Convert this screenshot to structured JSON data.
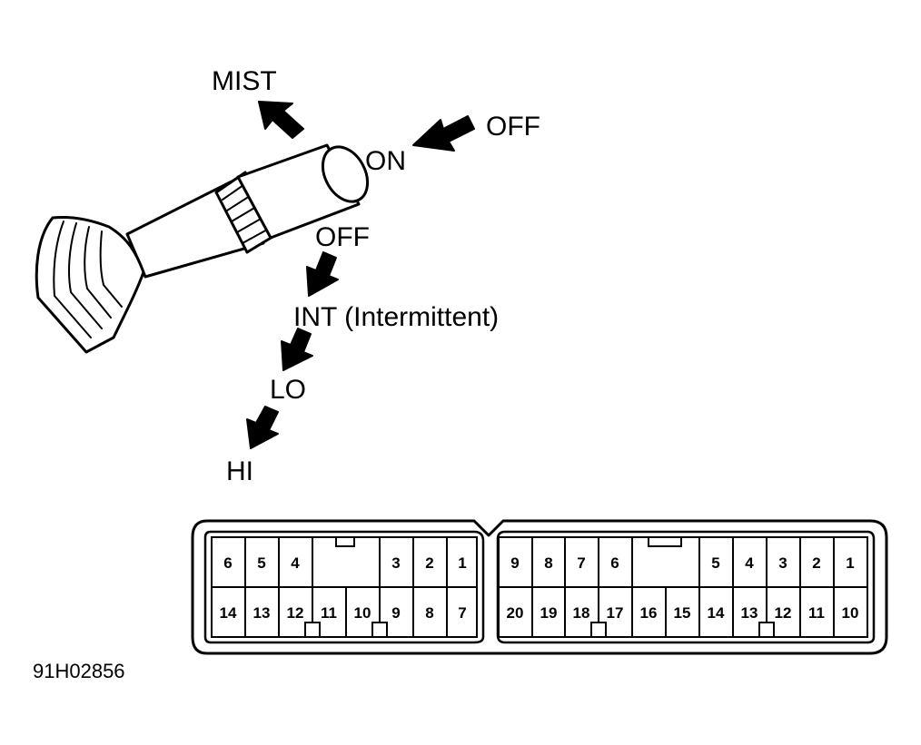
{
  "switch_positions": {
    "mist": "MIST",
    "washer_off": "OFF",
    "washer_on": "ON",
    "wiper_off": "OFF",
    "wiper_int": "INT (Intermittent)",
    "wiper_lo": "LO",
    "wiper_hi": "HI"
  },
  "connector_left": {
    "top_row": [
      "6",
      "5",
      "4",
      "",
      "3",
      "2",
      "1"
    ],
    "bottom_row": [
      "14",
      "13",
      "12",
      "11",
      "10",
      "9",
      "8",
      "7"
    ]
  },
  "connector_right": {
    "top_row": [
      "9",
      "8",
      "7",
      "6",
      "",
      "5",
      "4",
      "3",
      "2",
      "1"
    ],
    "bottom_row": [
      "20",
      "19",
      "18",
      "17",
      "16",
      "15",
      "14",
      "13",
      "12",
      "11",
      "10"
    ]
  },
  "figure_code": "91H02856"
}
